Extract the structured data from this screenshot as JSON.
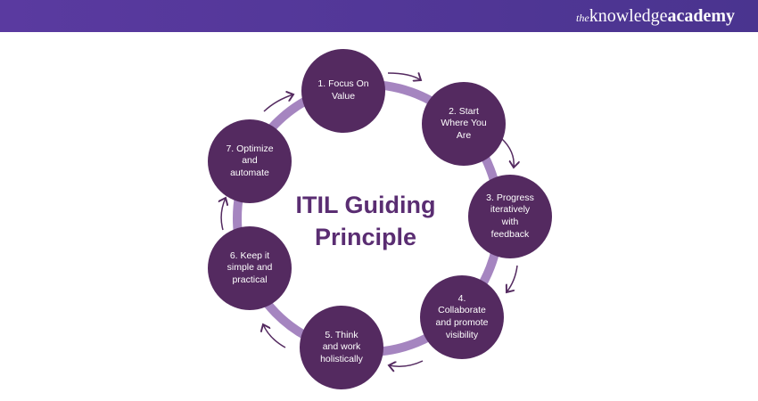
{
  "header": {
    "logo_prefix": "the",
    "logo_main": "knowledge",
    "logo_suffix": "academy"
  },
  "diagram": {
    "title_line1": "ITIL Guiding",
    "title_line2": "Principle",
    "colors": {
      "node": "#542a60",
      "ring": "#a585c0",
      "title": "#5a2d72",
      "header": "#4a348f"
    },
    "nodes": [
      {
        "label": "1. Focus On\nValue"
      },
      {
        "label": "2. Start\nWhere You\nAre"
      },
      {
        "label": "3. Progress\niteratively\nwith\nfeedback"
      },
      {
        "label": "4.\nCollaborate\nand promote\nvisibility"
      },
      {
        "label": "5. Think\nand work\nholistically"
      },
      {
        "label": "6. Keep it\nsimple and\npractical"
      },
      {
        "label": "7. Optimize\nand\nautomate"
      }
    ]
  }
}
